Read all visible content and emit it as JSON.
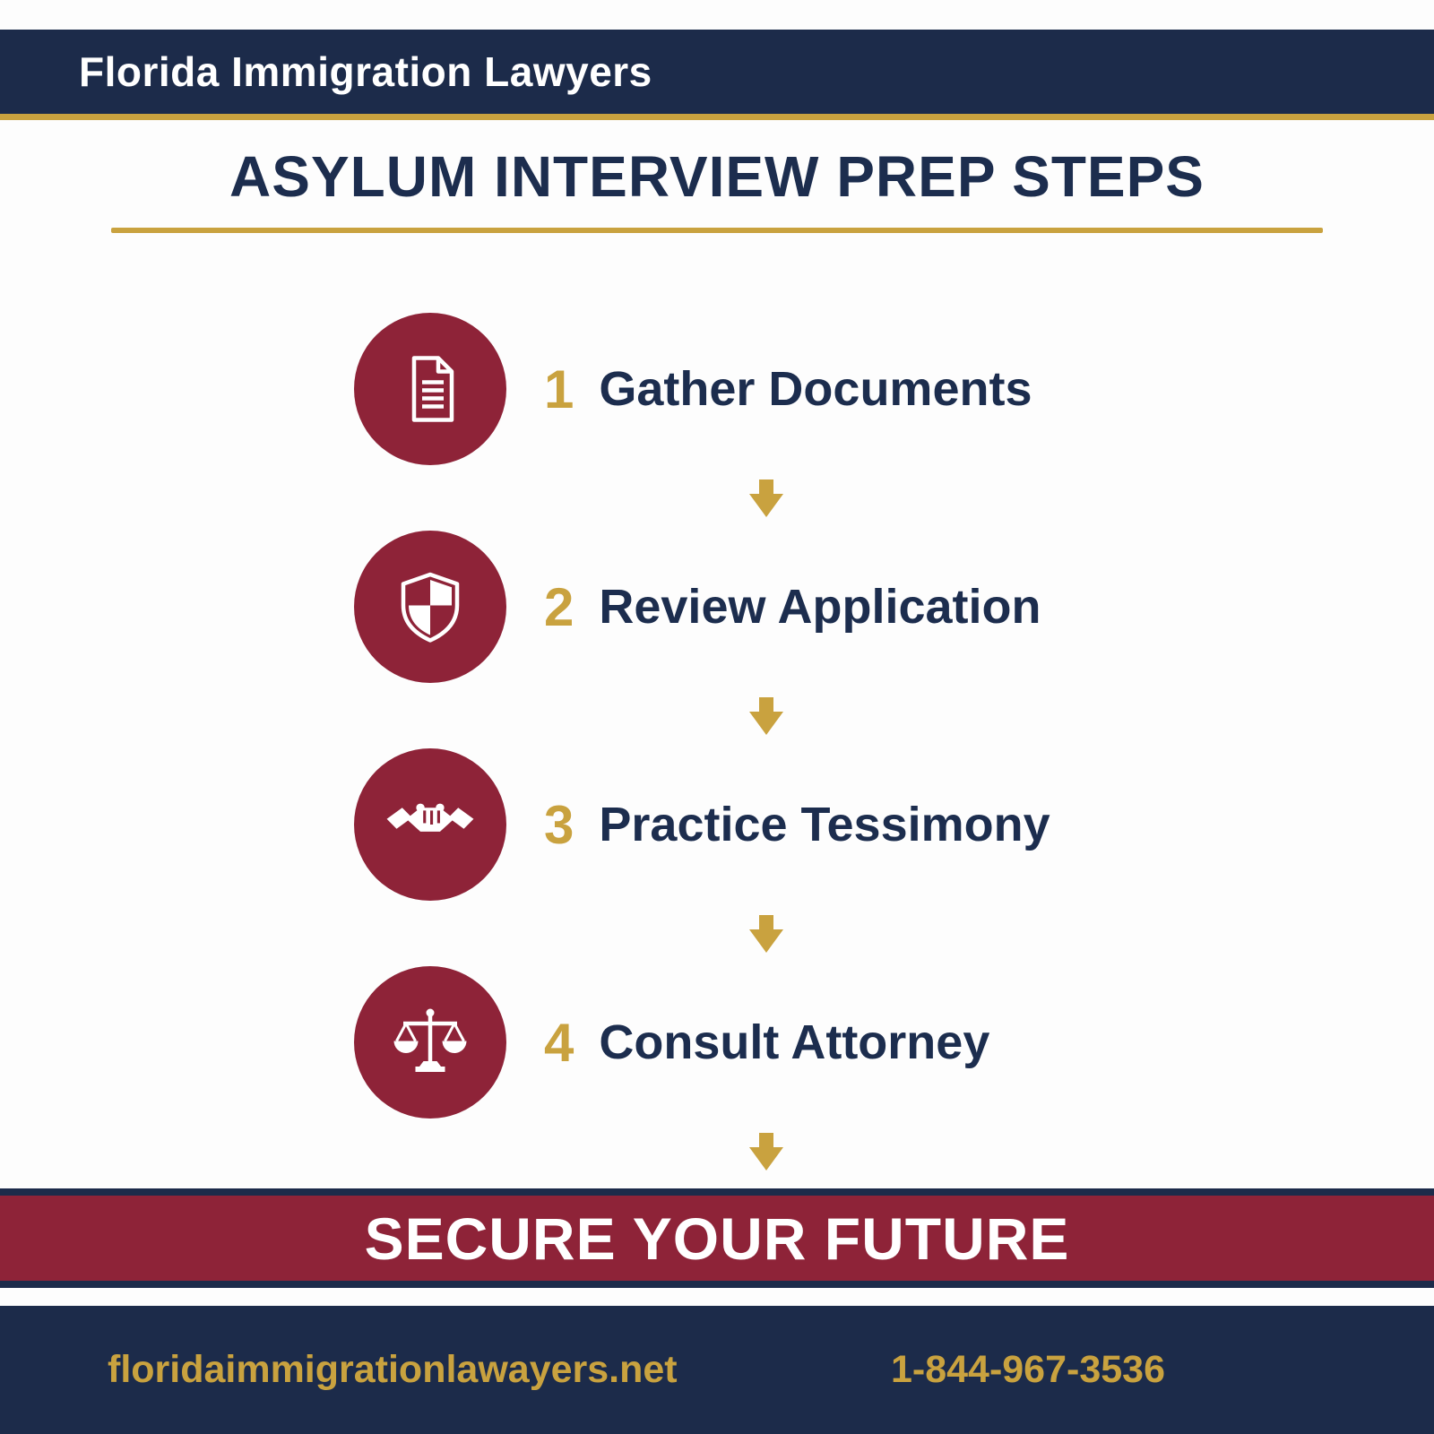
{
  "brand": {
    "name": "Florida Immigration Lawyers"
  },
  "title": "ASYLUM INTERVIEW PREP STEPS",
  "steps": [
    {
      "number": "1",
      "label": "Gather Documents",
      "icon": "document-icon"
    },
    {
      "number": "2",
      "label": "Review Application",
      "icon": "shield-icon"
    },
    {
      "number": "3",
      "label": "Practice Tessimony",
      "icon": "handshake-icon"
    },
    {
      "number": "4",
      "label": "Consult Attorney",
      "icon": "scales-icon"
    }
  ],
  "banner": {
    "text": "SECURE YOUR FUTURE"
  },
  "footer": {
    "website": "floridaimmigrationlawayers.net",
    "phone": "1-844-967-3536"
  },
  "colors": {
    "navy": "#1c2b4a",
    "maroon": "#8e2338",
    "gold": "#c9a23f",
    "white": "#ffffff"
  }
}
